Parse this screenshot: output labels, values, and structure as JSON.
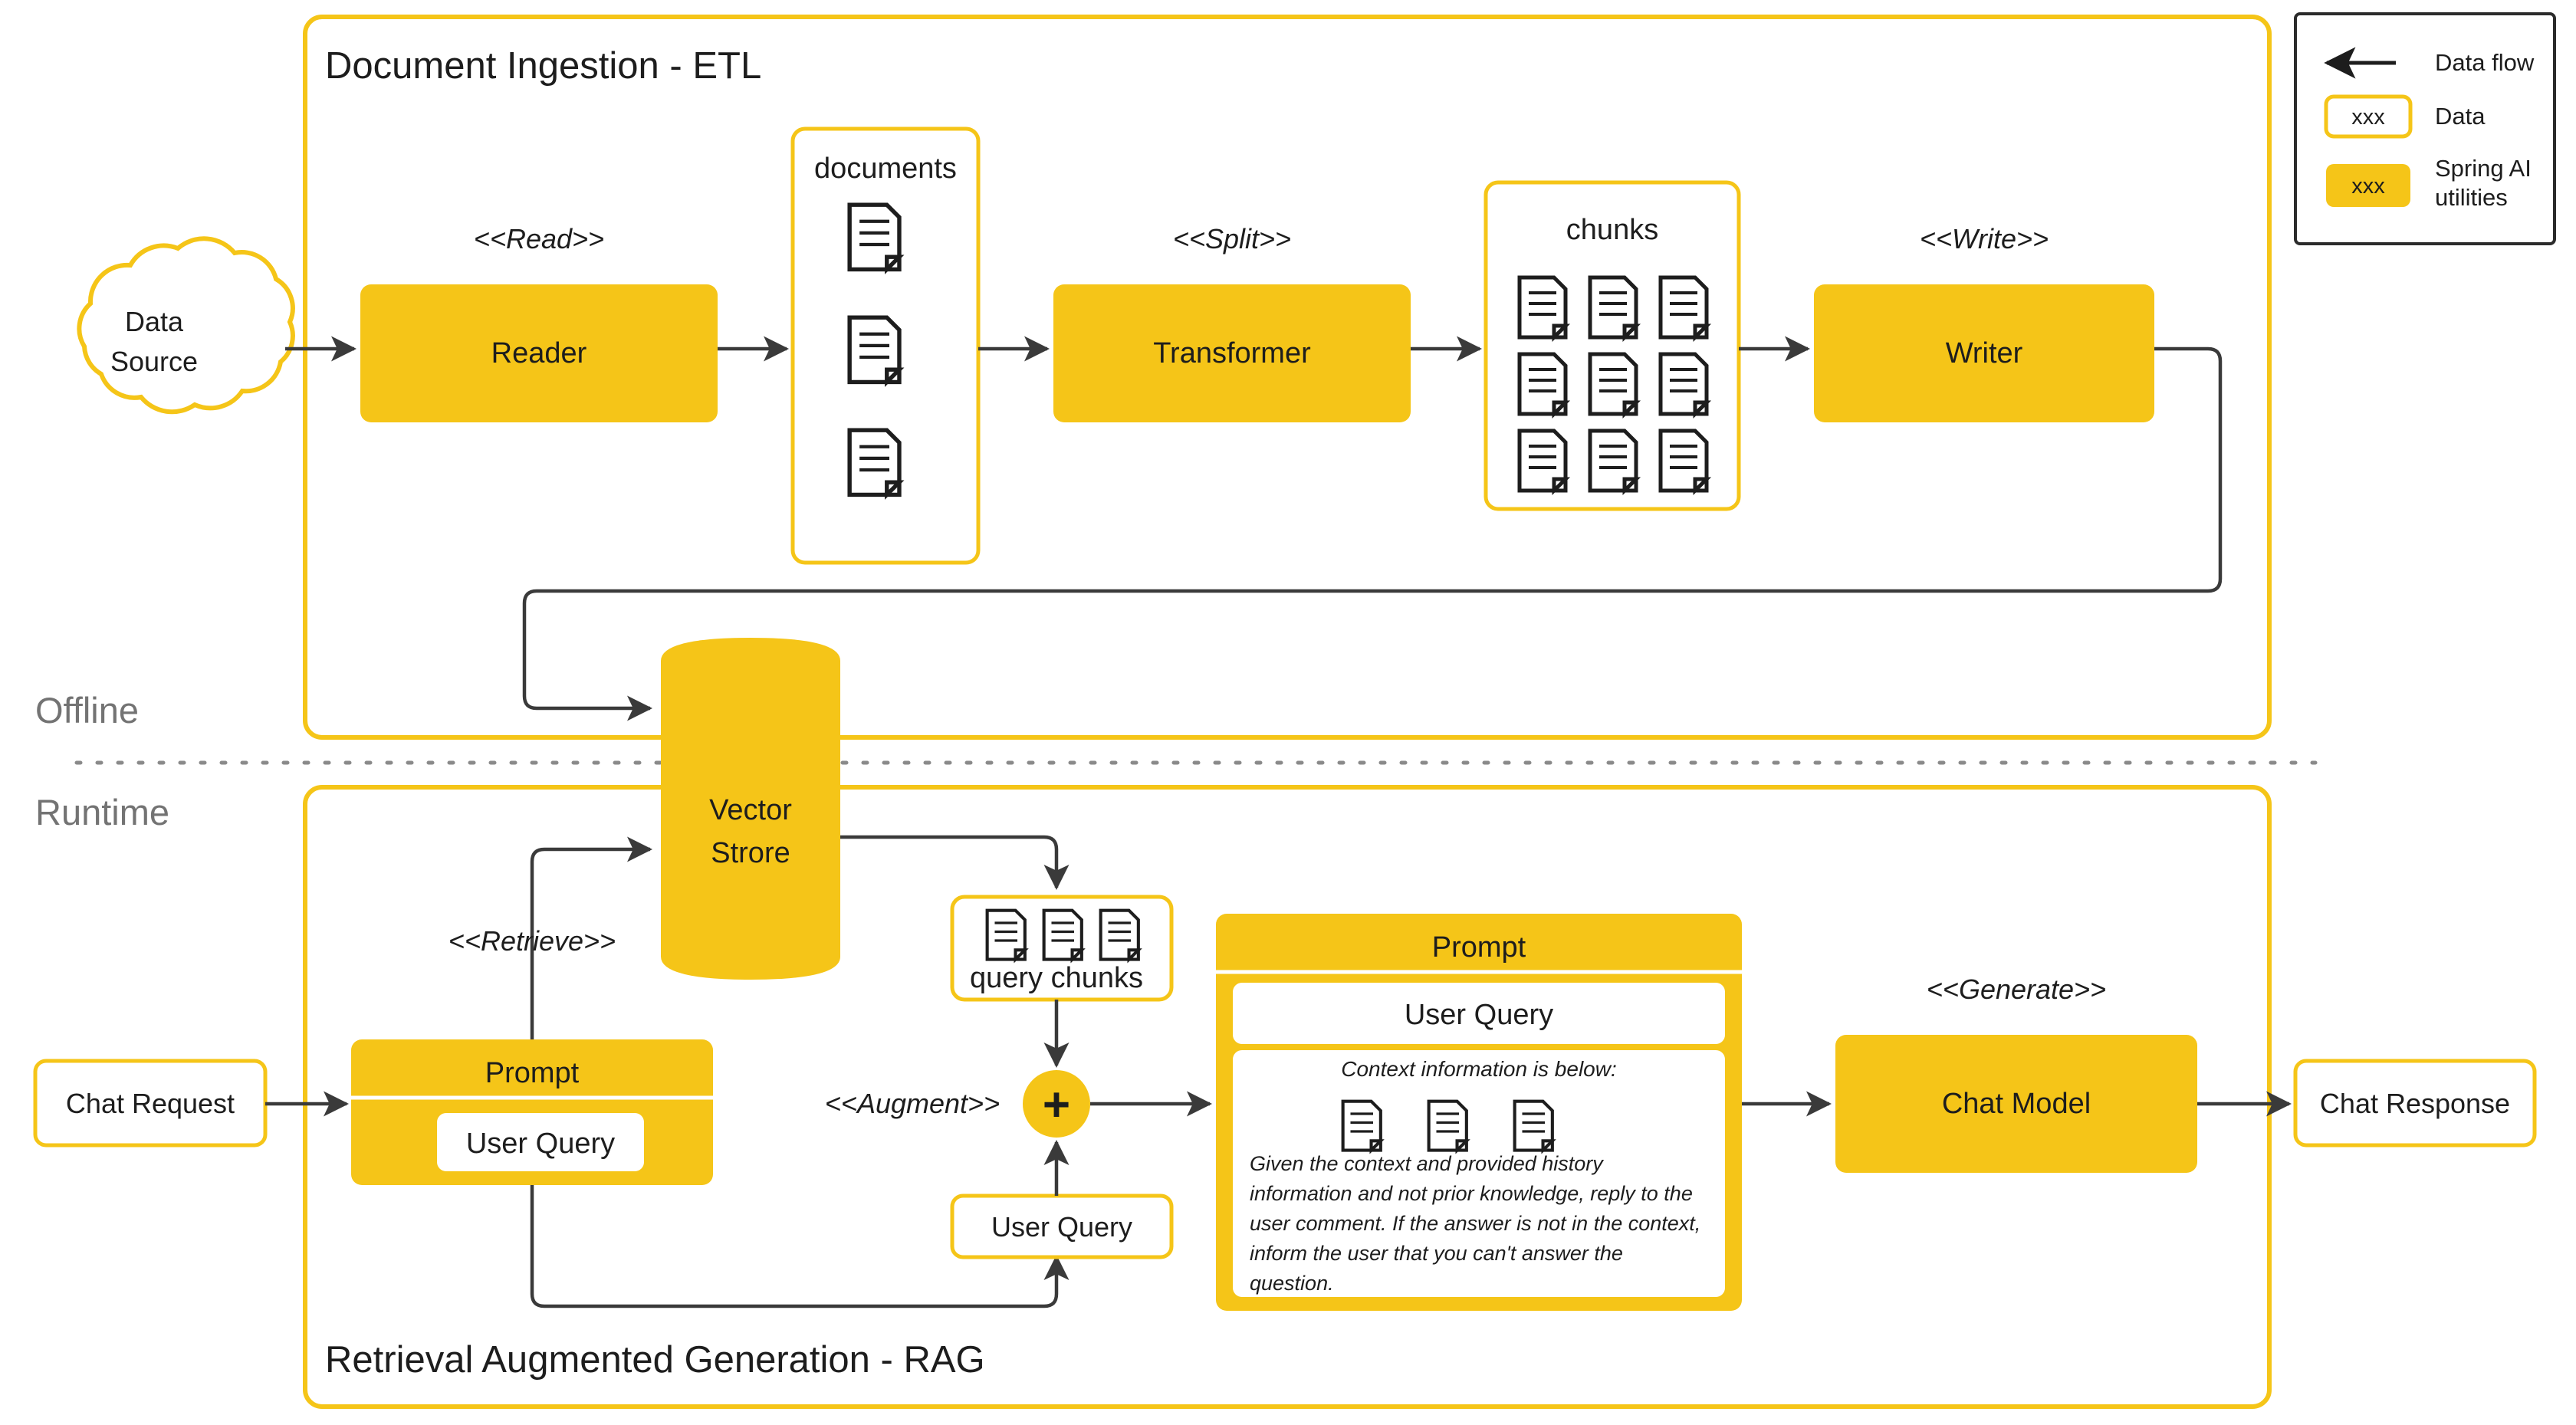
{
  "diagram": {
    "title_etl": "Document Ingestion - ETL",
    "title_rag": "Retrieval Augmented Generation - RAG",
    "phase_offline": "Offline",
    "phase_runtime": "Runtime"
  },
  "legend": {
    "flow_label": "Data flow",
    "data_label": "Data",
    "data_sample": "xxx",
    "ai_label_line1": "Spring AI",
    "ai_label_line2": "utilities",
    "ai_sample": "xxx"
  },
  "etl": {
    "source_line1": "Data",
    "source_line2": "Source",
    "stereo_read": "<<Read>>",
    "reader": "Reader",
    "documents_label": "documents",
    "stereo_split": "<<Split>>",
    "transformer": "Transformer",
    "chunks_label": "chunks",
    "stereo_write": "<<Write>>",
    "writer": "Writer",
    "documents_count": 3,
    "chunks_count": 9
  },
  "store": {
    "line1": "Vector",
    "line2": "Strore"
  },
  "rag": {
    "chat_request": "Chat Request",
    "stereo_retrieve": "<<Retrieve>>",
    "prompt_header": "Prompt",
    "prompt_user_query": "User Query",
    "query_chunks_label": "query chunks",
    "query_chunks_count": 3,
    "stereo_augment": "<<Augment>>",
    "augment_symbol": "+",
    "user_query_box": "User Query",
    "big_prompt_header": "Prompt",
    "big_prompt_user_query": "User Query",
    "context_heading": "Context information is below:",
    "context_docs_count": 3,
    "body_line1": "Given the context and provided history",
    "body_line2": "information and not prior knowledge, reply to the",
    "body_line3": "user comment. If the answer is not in the context,",
    "body_line4": "inform the user that you can't answer the",
    "body_line5": "question.",
    "stereo_generate": "<<Generate>>",
    "chat_model": "Chat Model",
    "chat_response": "Chat Response"
  },
  "colors": {
    "accent": "#F5C518",
    "line": "#3a3a3a",
    "phase_text": "#737373",
    "text": "#1d1d1d"
  }
}
